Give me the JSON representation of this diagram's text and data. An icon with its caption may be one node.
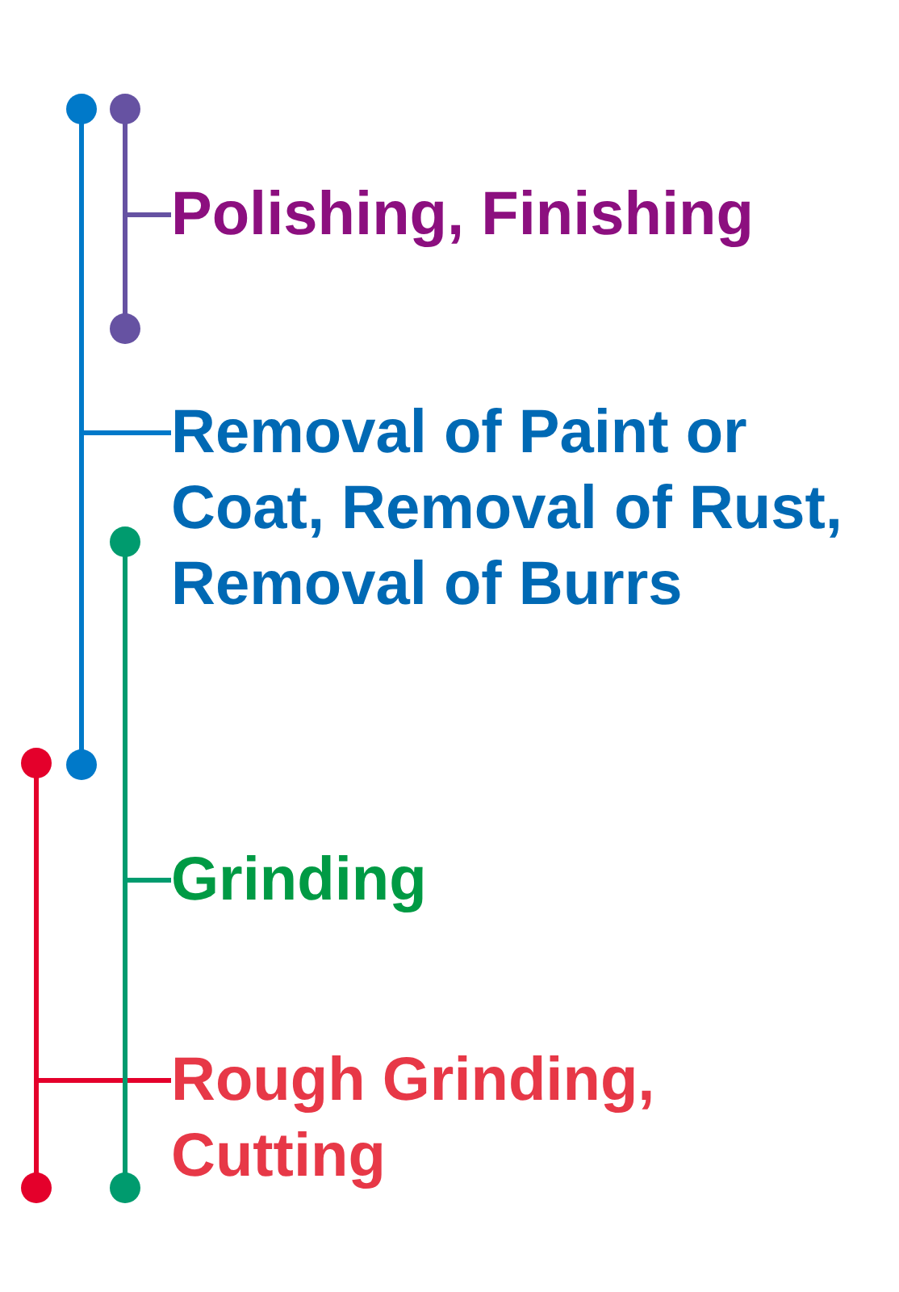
{
  "diagram": {
    "nodes": [
      {
        "text": [
          "Polishing, Finishing"
        ]
      },
      {
        "text": [
          "Removal of Paint or Coat, Removal of Rust, Removal of Burrs"
        ]
      },
      {
        "text": [
          "Grinding"
        ]
      },
      {
        "text": [
          "Rough Grinding, Cutting"
        ]
      },
      {
        "text": [],
        "shape": "bar"
      },
      {
        "text": [],
        "shape": "bar"
      },
      {
        "text": [],
        "shape": "bar"
      },
      {
        "text": [],
        "shape": "bar"
      }
    ],
    "edges": [
      {
        "from": 0,
        "to": 6,
        "arrow": "none",
        "color": "#6652a2"
      },
      {
        "from": 1,
        "to": 5,
        "arrow": "none",
        "color": "#0079c9"
      },
      {
        "from": 2,
        "to": 7,
        "arrow": "none",
        "color": "#009b6e"
      },
      {
        "from": 3,
        "to": 4,
        "arrow": "none",
        "color": "#e4002b"
      }
    ]
  }
}
